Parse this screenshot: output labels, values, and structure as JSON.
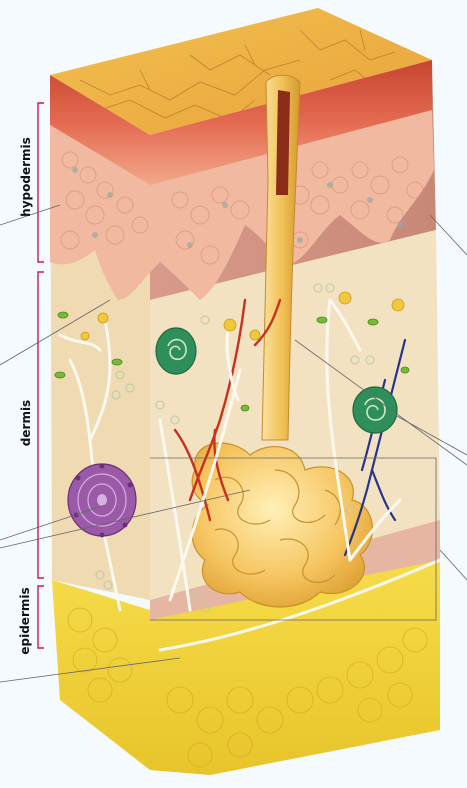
{
  "diagram": {
    "labels": {
      "hypodermis": "hypodermis",
      "dermis": "dermis",
      "epidermis": "epidermis"
    },
    "colors": {
      "background": "#f4fafe",
      "bracket": "#c8185a",
      "fat_yellow": "#f2d23a",
      "epidermis_pink": "#efb39c",
      "dermis_cream": "#f1dcb6",
      "gland": "#f6c560",
      "corpuscle_green": "#2f8f5a",
      "corpuscle_purple": "#8a4a9a",
      "artery": "#c83020",
      "vein": "#28348a"
    }
  }
}
